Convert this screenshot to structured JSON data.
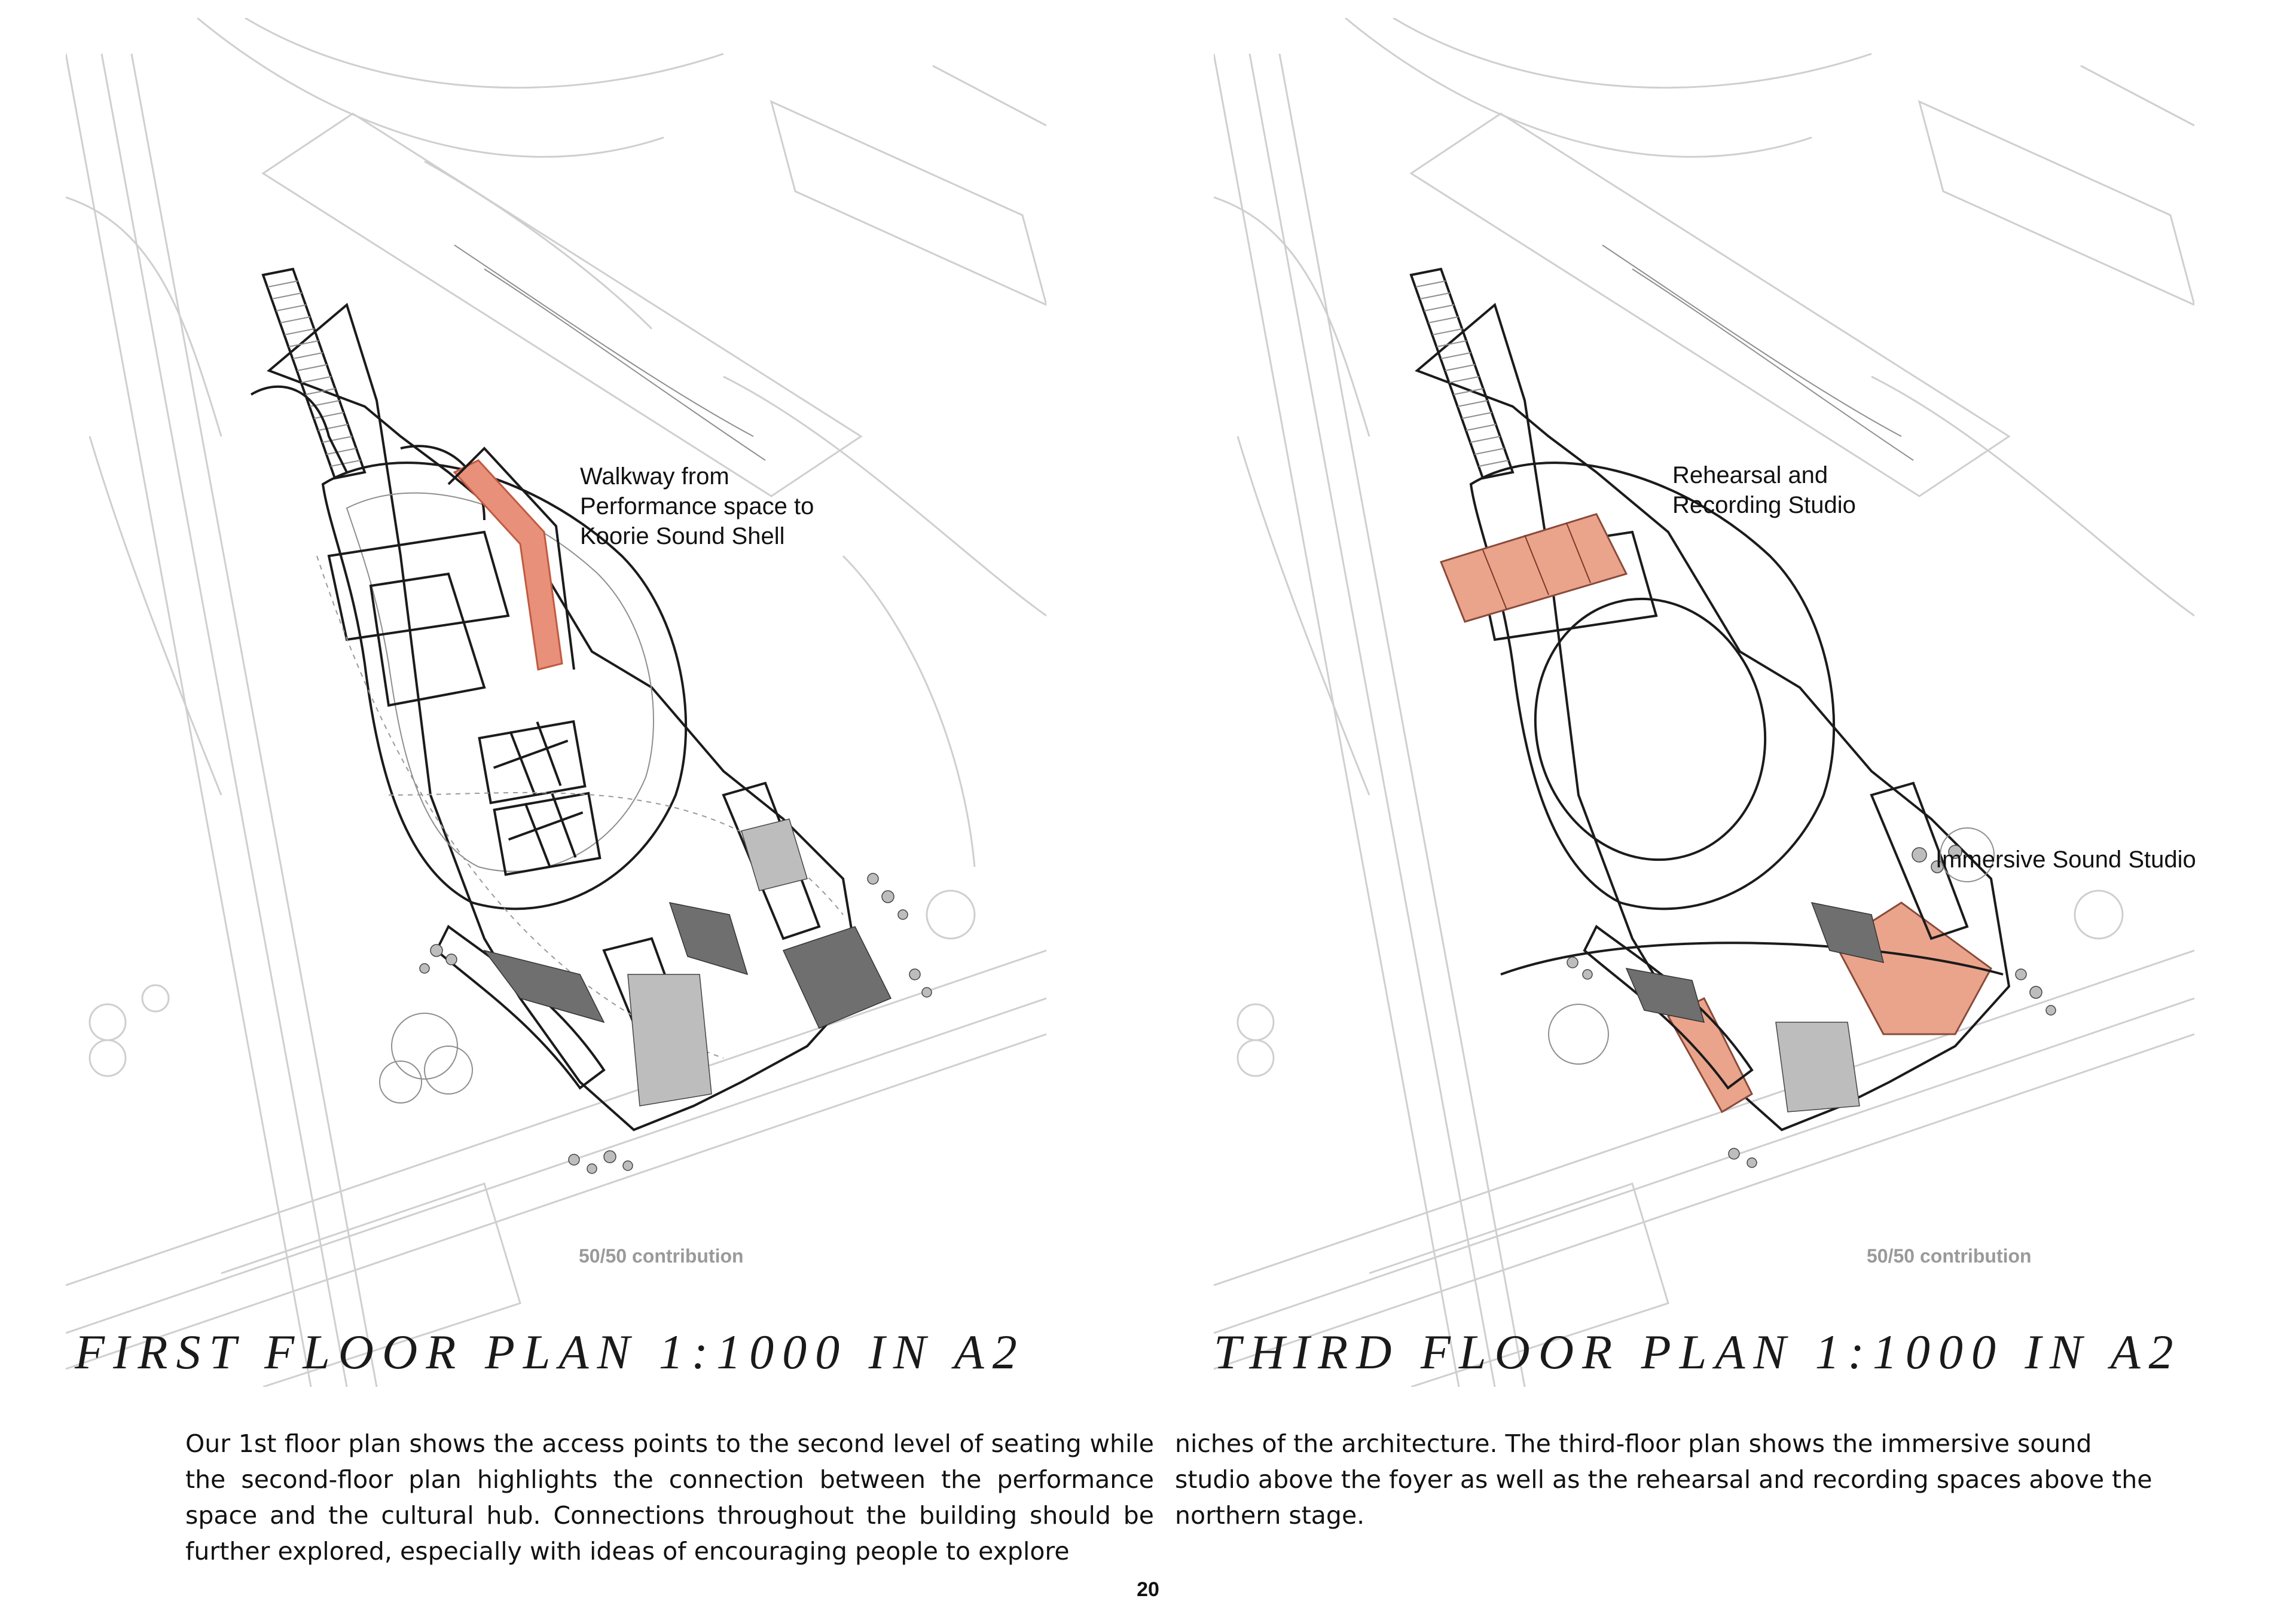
{
  "plans": [
    {
      "title": "FIRST FLOOR PLAN 1:1000 IN A2",
      "contribution": "50/50 contribution",
      "callouts": [
        {
          "lines": [
            "Walkway from",
            "Performance space to",
            "Koorie Sound Shell"
          ]
        }
      ],
      "highlight_color": "#e8907a"
    },
    {
      "title": "THIRD FLOOR PLAN 1:1000 IN A2",
      "contribution": "50/50 contribution",
      "callouts": [
        {
          "lines": [
            "Rehearsal and",
            "Recording Studio"
          ]
        },
        {
          "lines": [
            "Immersive Sound Studio"
          ]
        }
      ],
      "highlight_color": "#eaa48c"
    }
  ],
  "body_text": {
    "left": "Our 1st floor plan shows the access points to the second level of seating while the second-floor plan highlights the connection between the performance space and the cultural hub. Connections throughout the building should be further explored, especially with ideas of encouraging people to explore",
    "right": "niches of the architecture. The third-floor plan shows the immersive sound studio above the foyer as well as the rehearsal and recording spaces above the northern stage."
  },
  "page_number": "20"
}
